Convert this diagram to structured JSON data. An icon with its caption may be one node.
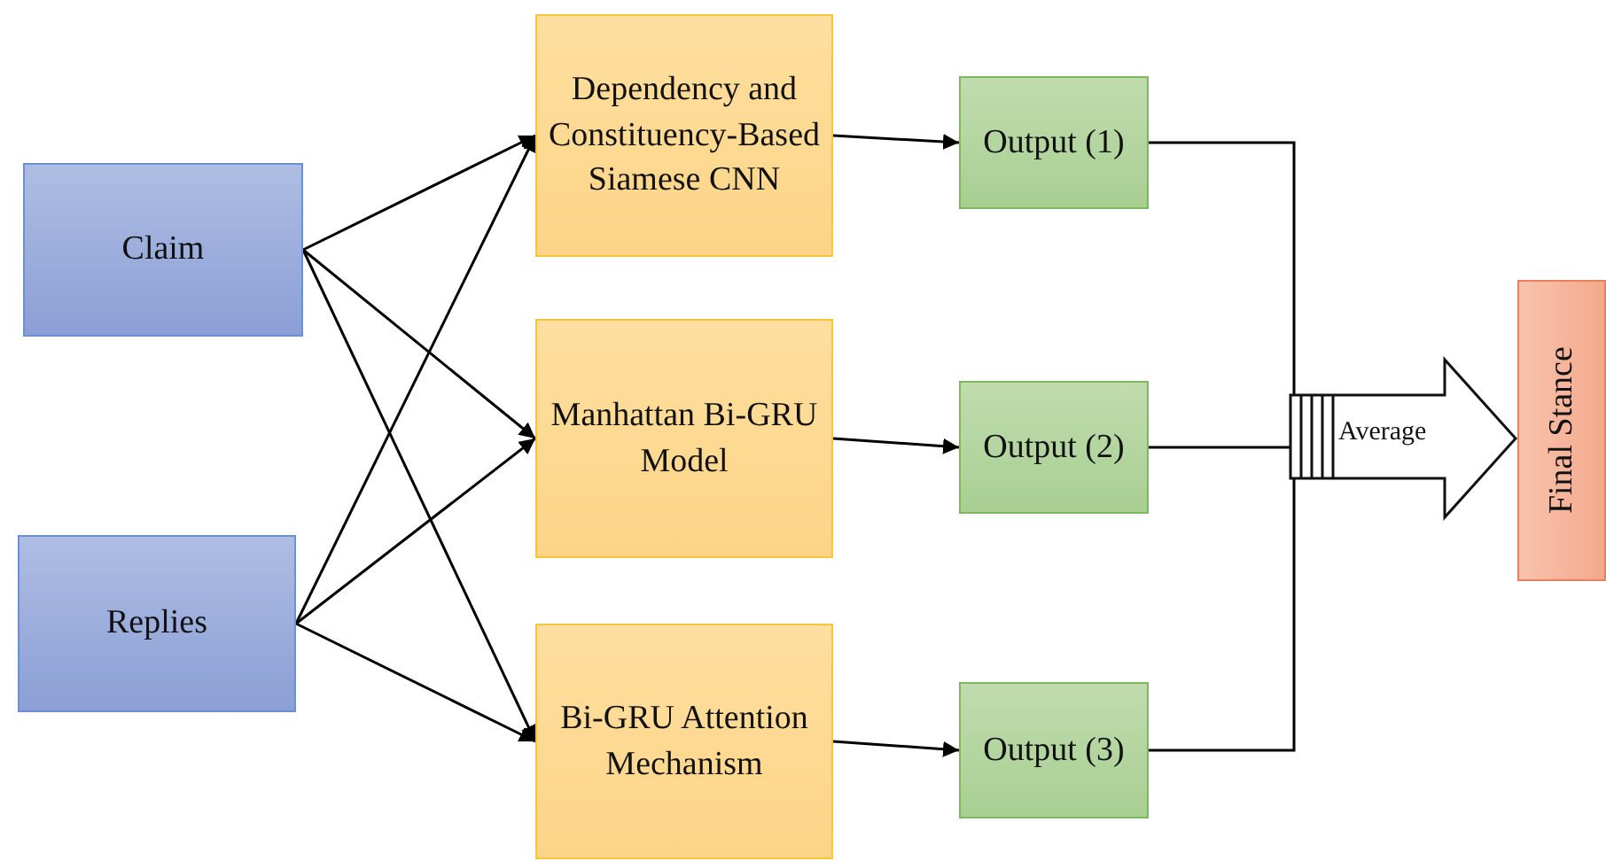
{
  "diagram": {
    "nodes": [
      {
        "text": [
          "Claim"
        ]
      },
      {
        "text": [
          "Replies"
        ]
      },
      {
        "text": [
          "Dependency and Constituency-Based Siamese CNN"
        ]
      },
      {
        "text": [
          "Manhattan Bi-GRU Model"
        ]
      },
      {
        "text": [
          "Bi-GRU Attention Mechanism"
        ]
      },
      {
        "text": [
          "Output (1)"
        ]
      },
      {
        "text": [
          "Output (2)"
        ]
      },
      {
        "text": [
          "Output (3)"
        ]
      },
      {
        "text": [
          "Average"
        ]
      },
      {
        "text": [
          "Final Stance"
        ]
      }
    ],
    "edges": [
      {
        "from": 0,
        "to": 2,
        "arrow": "to"
      },
      {
        "from": 0,
        "to": 3,
        "arrow": "to"
      },
      {
        "from": 0,
        "to": 4,
        "arrow": "to"
      },
      {
        "from": 1,
        "to": 2,
        "arrow": "to"
      },
      {
        "from": 1,
        "to": 3,
        "arrow": "to"
      },
      {
        "from": 1,
        "to": 4,
        "arrow": "to"
      },
      {
        "from": 2,
        "to": 5,
        "arrow": "to"
      },
      {
        "from": 3,
        "to": 6,
        "arrow": "to"
      },
      {
        "from": 4,
        "to": 7,
        "arrow": "to"
      },
      {
        "from": 5,
        "to": 8,
        "arrow": "none"
      },
      {
        "from": 6,
        "to": 8,
        "arrow": "none"
      },
      {
        "from": 7,
        "to": 8,
        "arrow": "none"
      }
    ]
  }
}
